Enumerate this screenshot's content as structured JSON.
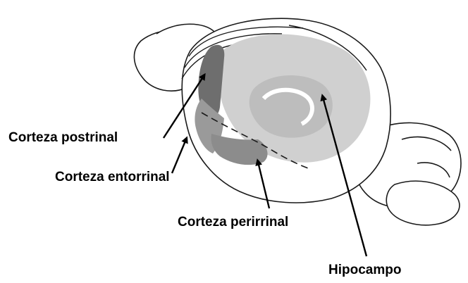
{
  "labels": {
    "postrinal": "Corteza postrinal",
    "entorrinal": "Corteza entorrinal",
    "perirrinal": "Corteza perirrinal",
    "hipocampo": "Hipocampo"
  },
  "colors": {
    "outline": "#1a1a1a",
    "hippocampus_fill": "#d0d0d0",
    "hippocampus_inner": "#bdbdbd",
    "postrhinal_fill": "#6e6e6e",
    "entorhinal_fill": "#9a9a9a",
    "perirhinal_fill": "#8c8c8c"
  }
}
